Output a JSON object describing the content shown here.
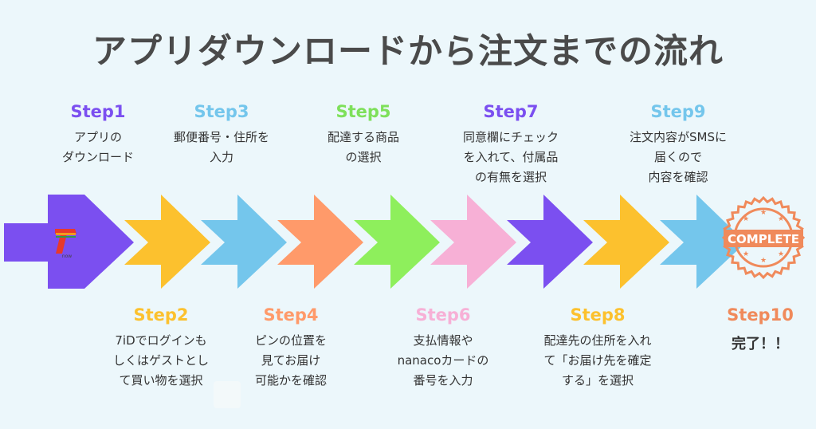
{
  "title": "アプリダウンロードから注文までの流れ",
  "steps": [
    {
      "label": "Step1",
      "desc": "アプリの\nダウンロード"
    },
    {
      "label": "Step2",
      "desc": "7iDでログインも\nしくはゲストとし\nて買い物を選択"
    },
    {
      "label": "Step3",
      "desc": "郵便番号・住所を\n入力"
    },
    {
      "label": "Step4",
      "desc": "ピンの位置を\n見てお届け\n可能かを確認"
    },
    {
      "label": "Step5",
      "desc": "配達する商品\nの選択"
    },
    {
      "label": "Step6",
      "desc": "支払情報や\nnanacoカードの\n番号を入力"
    },
    {
      "label": "Step7",
      "desc": "同意欄にチェック\nを入れて、付属品\nの有無を選択"
    },
    {
      "label": "Step8",
      "desc": "配達先の住所を入れ\nて「お届け先を確定\nする」を選択"
    },
    {
      "label": "Step9",
      "desc": "注文内容がSMSに\n届くので\n内容を確認"
    },
    {
      "label": "Step10",
      "desc": "完了！！"
    }
  ],
  "stamp_text": "COMPLETE",
  "logo_text": "now",
  "colors": {
    "purple": "#7b4ff0",
    "yellow": "#fcc12e",
    "blue": "#74c6ec",
    "orange": "#ff9a6a",
    "green": "#8eef5c",
    "pink": "#f7b0d6",
    "stamp": "#f08a5b",
    "title": "#4a4a4a"
  }
}
